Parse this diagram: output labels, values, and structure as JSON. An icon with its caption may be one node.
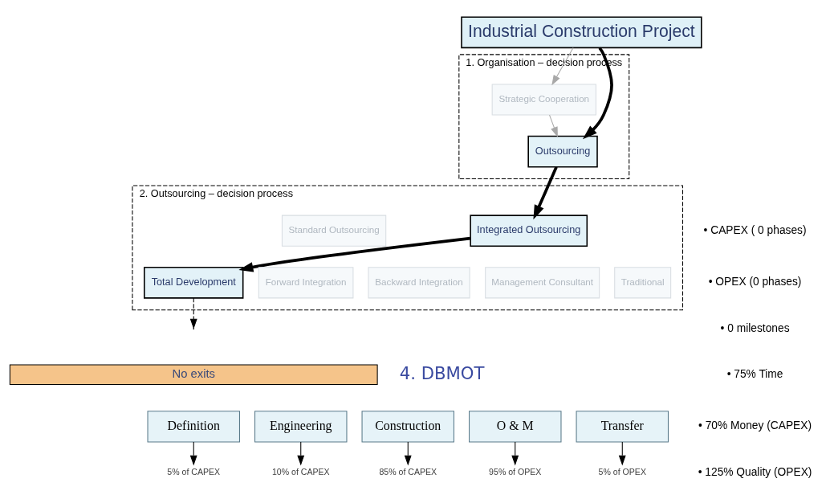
{
  "diagram": {
    "nodes": [
      {
        "text": [
          "Industrial Construction Project"
        ]
      },
      {
        "text": [
          "1. Organisation – decision process"
        ]
      },
      {
        "text": [
          "Strategic Cooperation"
        ],
        "in": 1
      },
      {
        "text": [
          "Outsourcing"
        ],
        "in": 1
      },
      {
        "text": [
          "2. Outsourcing – decision process"
        ]
      },
      {
        "text": [
          "Integrated Outsourcing"
        ],
        "in": 4
      },
      {
        "text": [
          "Standard Outsourcing"
        ],
        "in": 4
      },
      {
        "text": [
          "Total Development"
        ],
        "in": 4
      },
      {
        "text": [
          "Forward Integration"
        ],
        "in": 4
      },
      {
        "text": [
          "Backward Integration"
        ],
        "in": 4
      },
      {
        "text": [
          "Management Consultant"
        ],
        "in": 4
      },
      {
        "text": [
          "Traditional"
        ],
        "in": 4
      },
      {
        "text": [
          "No exits"
        ]
      },
      {
        "text": [
          "Definition"
        ]
      },
      {
        "text": [
          "Engineering"
        ]
      },
      {
        "text": [
          "Construction"
        ]
      },
      {
        "text": [
          "O & M"
        ]
      },
      {
        "text": [
          "Transfer"
        ]
      },
      {
        "text": [
          "5% of CAPEX"
        ]
      },
      {
        "text": [
          "10% of CAPEX"
        ]
      },
      {
        "text": [
          "85% of CAPEX"
        ]
      },
      {
        "text": [
          "95% of OPEX"
        ]
      },
      {
        "text": [
          "5% of OPEX"
        ]
      }
    ],
    "edges": [
      {
        "from": 0,
        "to": 2,
        "arrow": "to",
        "color": "#a8a8a8"
      },
      {
        "from": 0,
        "to": 3,
        "arrow": "to",
        "style": "thick"
      },
      {
        "from": 2,
        "to": 3,
        "arrow": "to",
        "color": "#a8a8a8"
      },
      {
        "from": 3,
        "to": 5,
        "arrow": "to",
        "style": "thick"
      },
      {
        "from": 5,
        "to": 7,
        "arrow": "to",
        "style": "thick"
      },
      {
        "from": 7,
        "to": null,
        "arrow": "to",
        "style": "dashed"
      },
      {
        "from": 13,
        "to": 18,
        "arrow": "to"
      },
      {
        "from": 14,
        "to": 19,
        "arrow": "to"
      },
      {
        "from": 15,
        "to": 20,
        "arrow": "to"
      },
      {
        "from": 16,
        "to": 21,
        "arrow": "to"
      },
      {
        "from": 17,
        "to": 22,
        "arrow": "to"
      }
    ],
    "labels": [
      "• CAPEX ( 0 phases)",
      "• OPEX (0 phases)",
      "• 0 milestones",
      "• 75% Time",
      "• 70% Money (CAPEX)",
      "• 125% Quality (OPEX)",
      "4. DBMOT"
    ]
  }
}
